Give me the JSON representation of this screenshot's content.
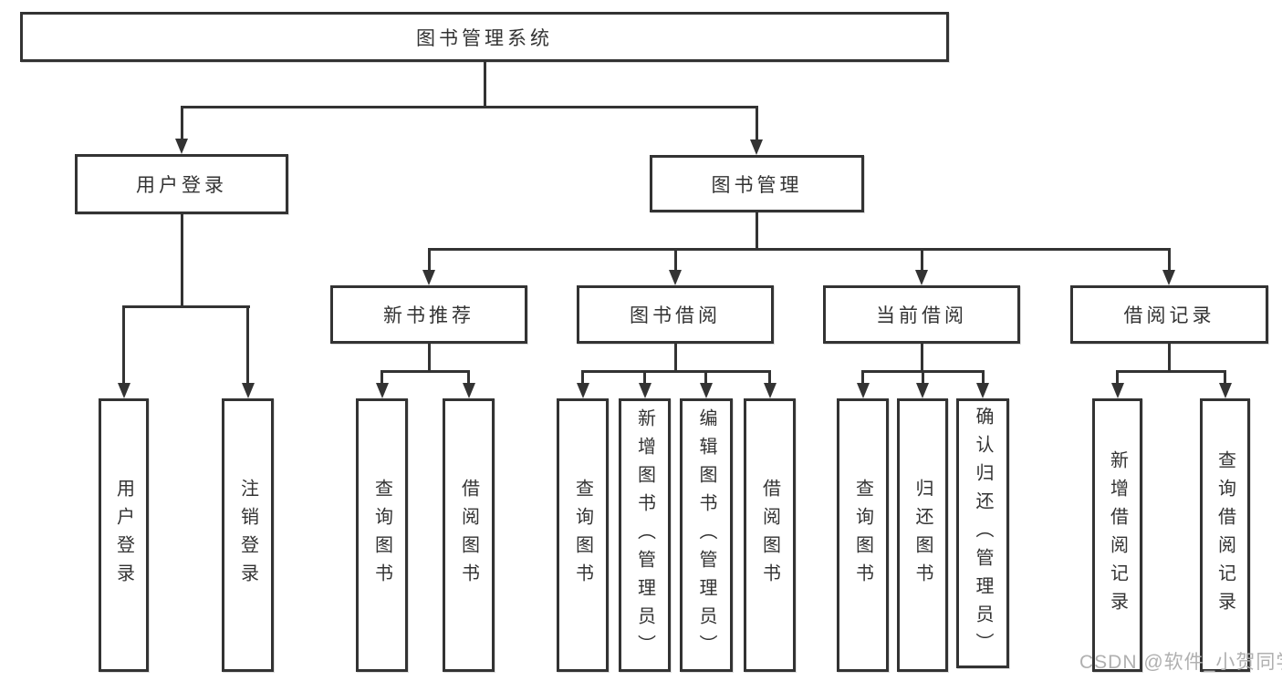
{
  "tree": {
    "label": "图书管理系统",
    "children": [
      {
        "label": "用户登录",
        "children": [
          {
            "label": "用户登录"
          },
          {
            "label": "注销登录"
          }
        ]
      },
      {
        "label": "图书管理",
        "children": [
          {
            "label": "新书推荐",
            "children": [
              {
                "label": "查询图书"
              },
              {
                "label": "借阅图书"
              }
            ]
          },
          {
            "label": "图书借阅",
            "children": [
              {
                "label": "查询图书"
              },
              {
                "label": "新增图书（管理员）"
              },
              {
                "label": "编辑图书（管理员）"
              },
              {
                "label": "借阅图书"
              }
            ]
          },
          {
            "label": "当前借阅",
            "children": [
              {
                "label": "查询图书"
              },
              {
                "label": "归还图书"
              },
              {
                "label": "确认归还（管理员）"
              }
            ]
          },
          {
            "label": "借阅记录",
            "children": [
              {
                "label": "新增借阅记录"
              },
              {
                "label": "查询借阅记录"
              }
            ]
          }
        ]
      }
    ]
  },
  "watermark": {
    "text": "CSDN @软件_小贺同学"
  },
  "colors": {
    "line": "#333333",
    "text": "#333333",
    "node_background": "#ffffff",
    "page_background": "#ffffff",
    "watermark": "#b0b0b0"
  }
}
